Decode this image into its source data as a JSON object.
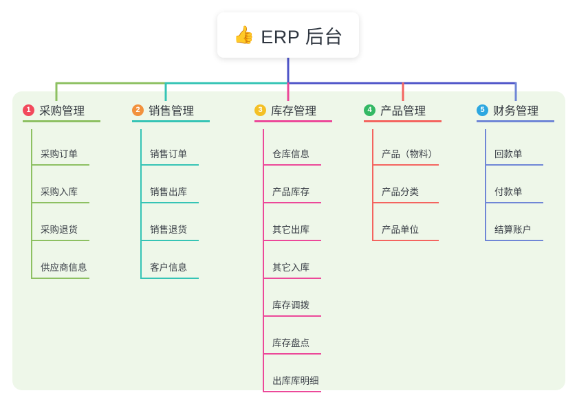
{
  "diagram": {
    "type": "mind-map",
    "title": "ERP 后台",
    "root": {
      "icon": "thumbs-up-icon",
      "emoji": "👍",
      "label": "ERP 后台"
    },
    "panel_color": "#eef7e9",
    "bus_color_center": "#4f55c9",
    "branches": [
      {
        "index": "1",
        "label": "采购管理",
        "badge_color": "#f2495c",
        "line_color": "#8dc062",
        "head_rule_width": 113,
        "leaf_rule_width": 85,
        "leaves": [
          {
            "label": "采购订单"
          },
          {
            "label": "采购入库"
          },
          {
            "label": "采购退货"
          },
          {
            "label": "供应商信息"
          }
        ]
      },
      {
        "index": "2",
        "label": "销售管理",
        "badge_color": "#f2913d",
        "line_color": "#35c4b5",
        "head_rule_width": 113,
        "leaf_rule_width": 85,
        "leaves": [
          {
            "label": "销售订单"
          },
          {
            "label": "销售出库"
          },
          {
            "label": "销售退货"
          },
          {
            "label": "客户信息"
          }
        ]
      },
      {
        "index": "3",
        "label": "库存管理",
        "badge_color": "#f4c025",
        "line_color": "#ec4899",
        "head_rule_width": 113,
        "leaf_rule_width": 85,
        "leaves": [
          {
            "label": "仓库信息"
          },
          {
            "label": "产品库存"
          },
          {
            "label": "其它出库"
          },
          {
            "label": "其它入库"
          },
          {
            "label": "库存调拨"
          },
          {
            "label": "库存盘点"
          },
          {
            "label": "出库库明细"
          }
        ]
      },
      {
        "index": "4",
        "label": "产品管理",
        "badge_color": "#33b864",
        "line_color": "#f4645f",
        "head_rule_width": 113,
        "leaf_rule_width": 97,
        "leaves": [
          {
            "label": "产品（物料）"
          },
          {
            "label": "产品分类"
          },
          {
            "label": "产品单位"
          }
        ]
      },
      {
        "index": "5",
        "label": "财务管理",
        "badge_color": "#2ca7e0",
        "line_color": "#6f86d6",
        "head_rule_width": 113,
        "leaf_rule_width": 85,
        "leaves": [
          {
            "label": "回款单"
          },
          {
            "label": "付款单"
          },
          {
            "label": "结算账户"
          }
        ]
      }
    ]
  }
}
